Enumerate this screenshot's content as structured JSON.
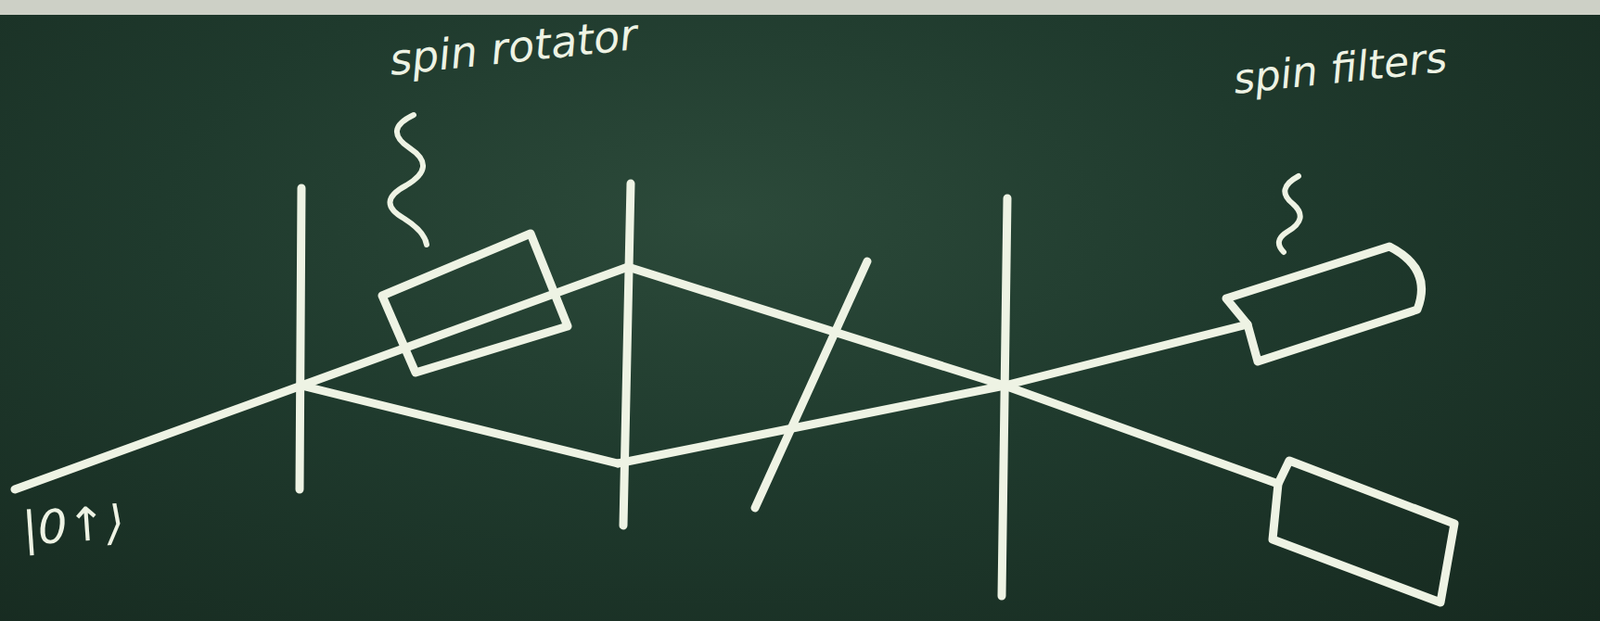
{
  "diagram": {
    "labels": [
      "spin rotator",
      "spin filters",
      "|0↑⟩"
    ]
  }
}
